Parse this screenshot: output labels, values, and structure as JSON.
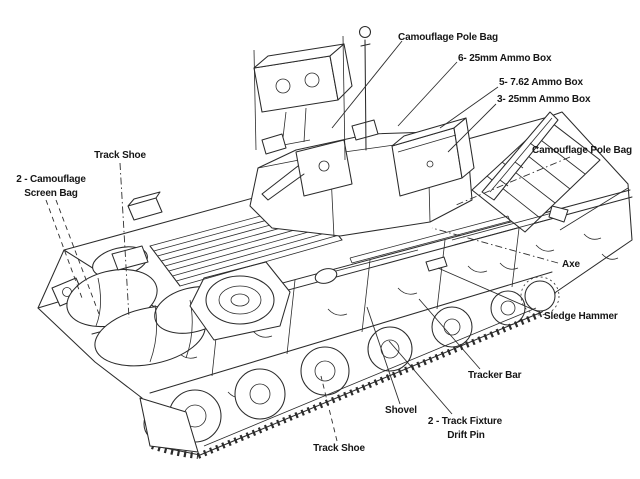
{
  "figure": {
    "background_color": "#ffffff",
    "line_color": "#2b2b2b",
    "label_color": "#161616"
  },
  "labels": {
    "camouflage_pole_bag_top": "Camouflage Pole Bag",
    "ammo_box_6_25mm": "6- 25mm Ammo Box",
    "ammo_box_5_762": "5- 7.62 Ammo Box",
    "ammo_box_3_25mm": "3- 25mm Ammo Box",
    "camouflage_pole_bag_right": "Camouflage Pole Bag",
    "track_shoe_upper": "Track Shoe",
    "camouflage_screen_bag_line1": "2 - Camouflage",
    "camouflage_screen_bag_line2": "Screen Bag",
    "axe": "Axe",
    "sledge_hammer": "Sledge Hammer",
    "tracker_bar": "Tracker Bar",
    "shovel": "Shovel",
    "track_fixture_drift_pin_line1": "2 - Track Fixture",
    "track_fixture_drift_pin_line2": "Drift Pin",
    "track_shoe_lower": "Track Shoe"
  }
}
